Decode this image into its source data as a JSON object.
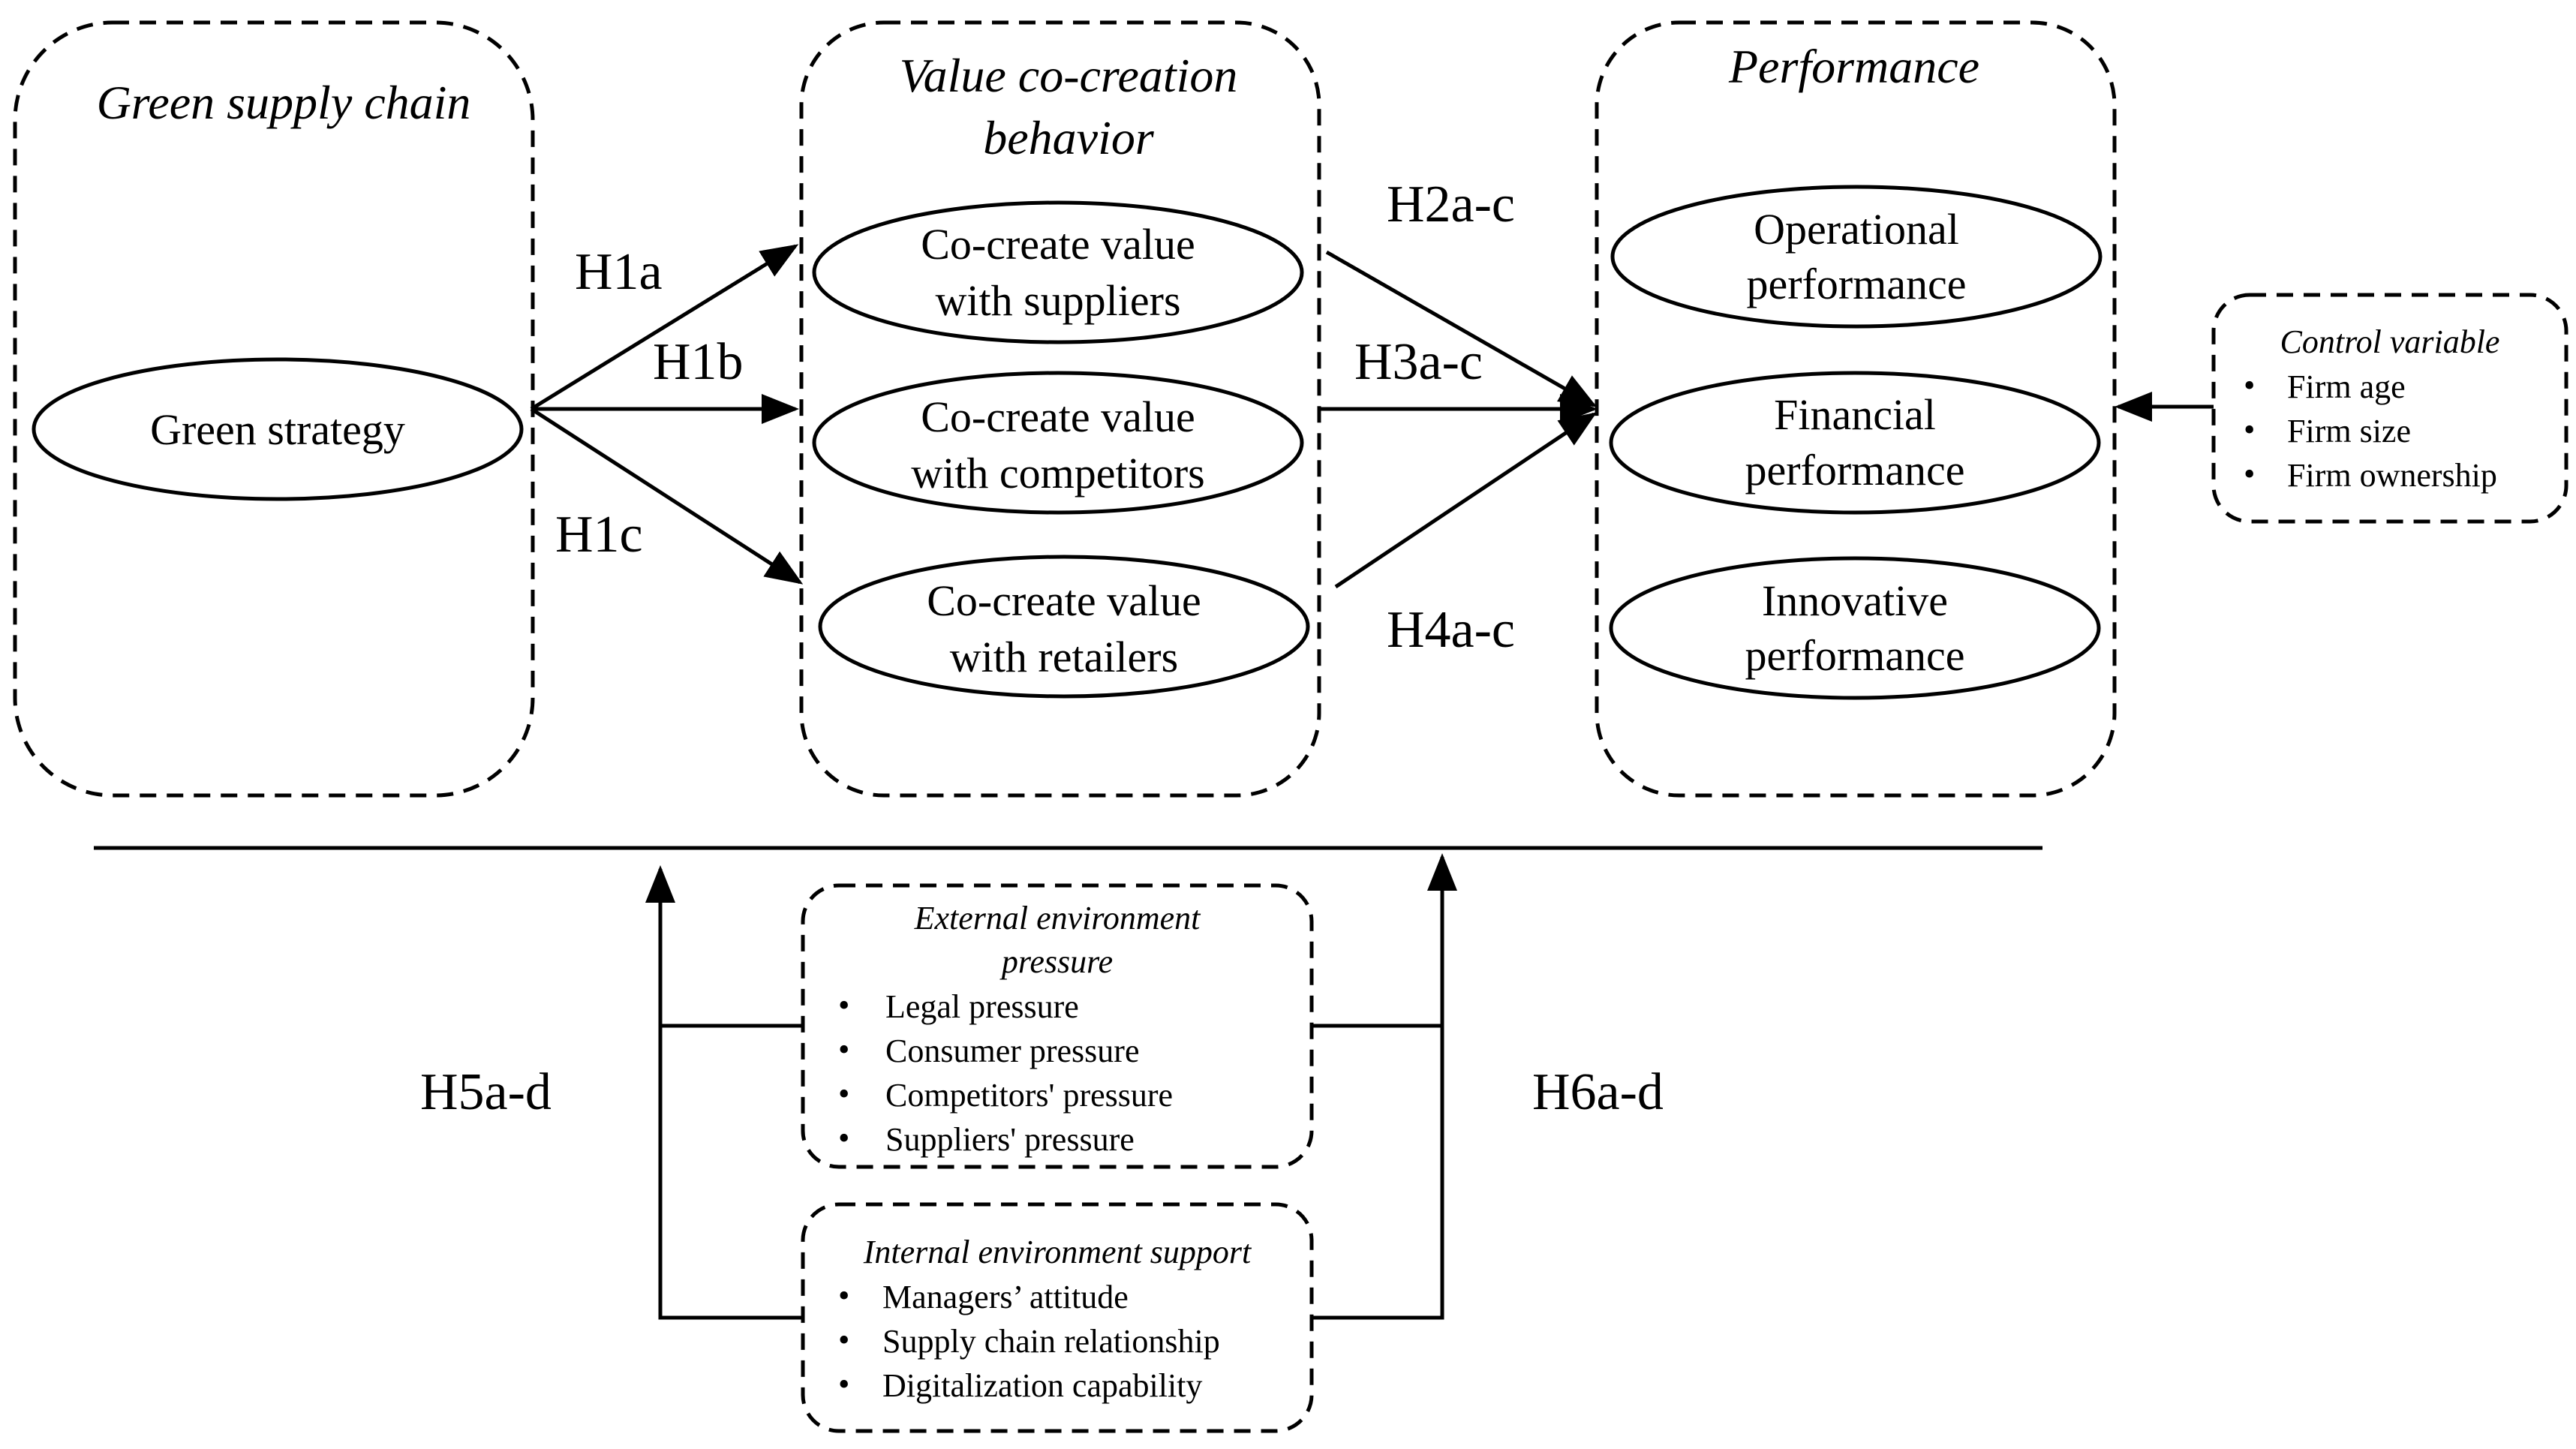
{
  "groups": {
    "green_supply_chain": {
      "title": "Green supply chain"
    },
    "value_cocreation": {
      "title_line1": "Value co-creation",
      "title_line2": "behavior"
    },
    "performance": {
      "title": "Performance"
    }
  },
  "nodes": {
    "green_strategy": {
      "label": "Green strategy"
    },
    "suppliers": {
      "line1": "Co-create value",
      "line2": "with suppliers"
    },
    "competitors": {
      "line1": "Co-create value",
      "line2": "with competitors"
    },
    "retailers": {
      "line1": "Co-create value",
      "line2": "with retailers"
    },
    "operational": {
      "line1": "Operational",
      "line2": "performance"
    },
    "financial": {
      "line1": "Financial",
      "line2": "performance"
    },
    "innovative": {
      "line1": "Innovative",
      "line2": "performance"
    }
  },
  "hypotheses": {
    "h1a": "H1a",
    "h1b": "H1b",
    "h1c": "H1c",
    "h2": "H2a-c",
    "h3": "H3a-c",
    "h4": "H4a-c",
    "h5": "H5a-d",
    "h6": "H6a-d"
  },
  "control": {
    "title": "Control variable",
    "items": [
      "Firm age",
      "Firm size",
      "Firm ownership"
    ]
  },
  "external": {
    "title_line1": "External environment",
    "title_line2": "pressure",
    "items": [
      "Legal pressure",
      "Consumer pressure",
      "Competitors' pressure",
      "Suppliers' pressure"
    ]
  },
  "internal": {
    "title": "Internal environment support",
    "items": [
      "Managers’ attitude",
      "Supply chain relationship",
      "Digitalization capability"
    ]
  },
  "bullet": "•"
}
